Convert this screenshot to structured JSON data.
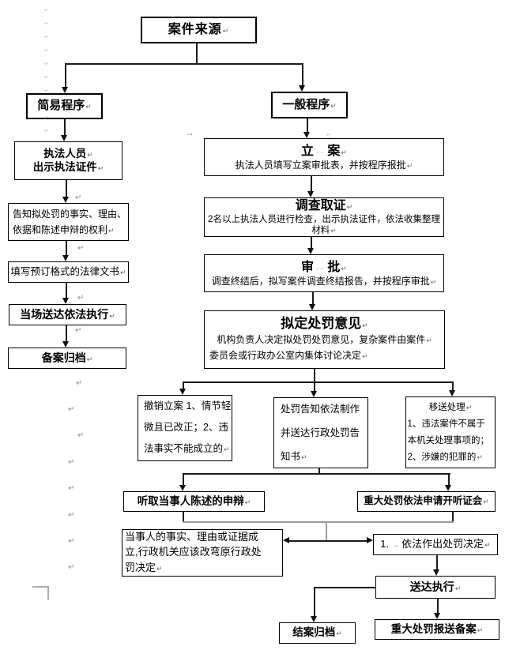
{
  "marks": {
    "return_mark": "↵",
    "space_dots": "··",
    "tab_arrow": "→"
  },
  "nodes": {
    "case_source": {
      "label": "案件来源"
    },
    "simple_procedure": {
      "label": "简易程序"
    },
    "general_procedure": {
      "label": "一般程序"
    },
    "enforcement_personnel": {
      "line1": "执法人员",
      "line2": "出示执法证件"
    },
    "inform_rights": {
      "line1": "告知拟处罚的事实、理由、",
      "line2": "依据和陈述申辩的权利"
    },
    "fill_legal_doc": {
      "label": "填写预订格式的法律文书"
    },
    "onsite_delivery": {
      "label": "当场送达依法执行"
    },
    "record_archive": {
      "label": "备案归档"
    },
    "case_filing": {
      "t1": "立",
      "t2": "案",
      "sub": "执法人员填写立案审批表，并按程序报批"
    },
    "investigation": {
      "title": "调查取证",
      "sub": "2名以上执法人员进行检查，出示执法证件，依法收集整理材料"
    },
    "approval": {
      "t1": "审",
      "t2": "批",
      "sub": "调查终结后，拟写案件调查终结报告，并按程序审批"
    },
    "draft_penalty_opinion": {
      "title": "拟定处罚意见",
      "sub1": "机构负责人决定拟处罚处罚意见，复杂案件由案件",
      "sub2": "委员会或行政办公室内集体讨论决定"
    },
    "cancel_filing": {
      "line1": "撤销立案 1、情节轻",
      "line2": "微且已改正；2、违",
      "line3": "法事实不能成立的"
    },
    "penalty_notification": {
      "line1": "处罚告知依法制作",
      "line2": "并送达行政处罚告",
      "line3": "知书"
    },
    "transfer_handling": {
      "title": "移送处理",
      "line1": "1、违法案件不属于",
      "line2": "本机关处理事项的；",
      "line3": "2、涉嫌的犯罪的"
    },
    "hear_statement": {
      "label": "听取当事人陈述的申辩"
    },
    "hearing_request": {
      "label": "重大处罚依法申请开听证会"
    },
    "party_facts": {
      "line1": "当事人的事实、理由或证据成",
      "line2": "立,行政机关应该改弯原行政处",
      "line3": "罚决定"
    },
    "penalty_decision": {
      "prefix": "1.",
      "label": "依法作出处罚决定"
    },
    "deliver_execute": {
      "label": "送达执行"
    },
    "close_archive": {
      "label": "结案归档"
    },
    "major_penalty_record": {
      "label": "重大处罚报送备案"
    }
  }
}
